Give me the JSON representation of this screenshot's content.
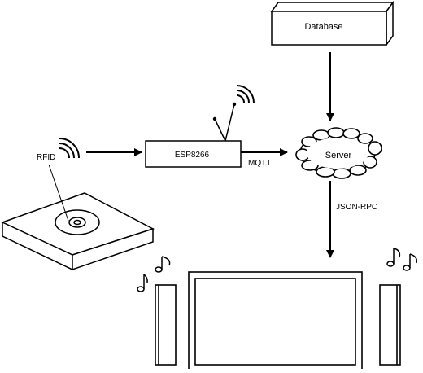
{
  "nodes": {
    "database": "Database",
    "esp": "ESP8266",
    "server": "Server",
    "rfid": "RFID"
  },
  "edges": {
    "mqtt": "MQTT",
    "jsonrpc": "JSON-RPC"
  },
  "icons": [
    "wifi-signal-icon",
    "antenna-icon",
    "rfid-reader-icon",
    "cloud-icon",
    "tv-screen-icon",
    "speaker-icon",
    "music-note-icon"
  ]
}
